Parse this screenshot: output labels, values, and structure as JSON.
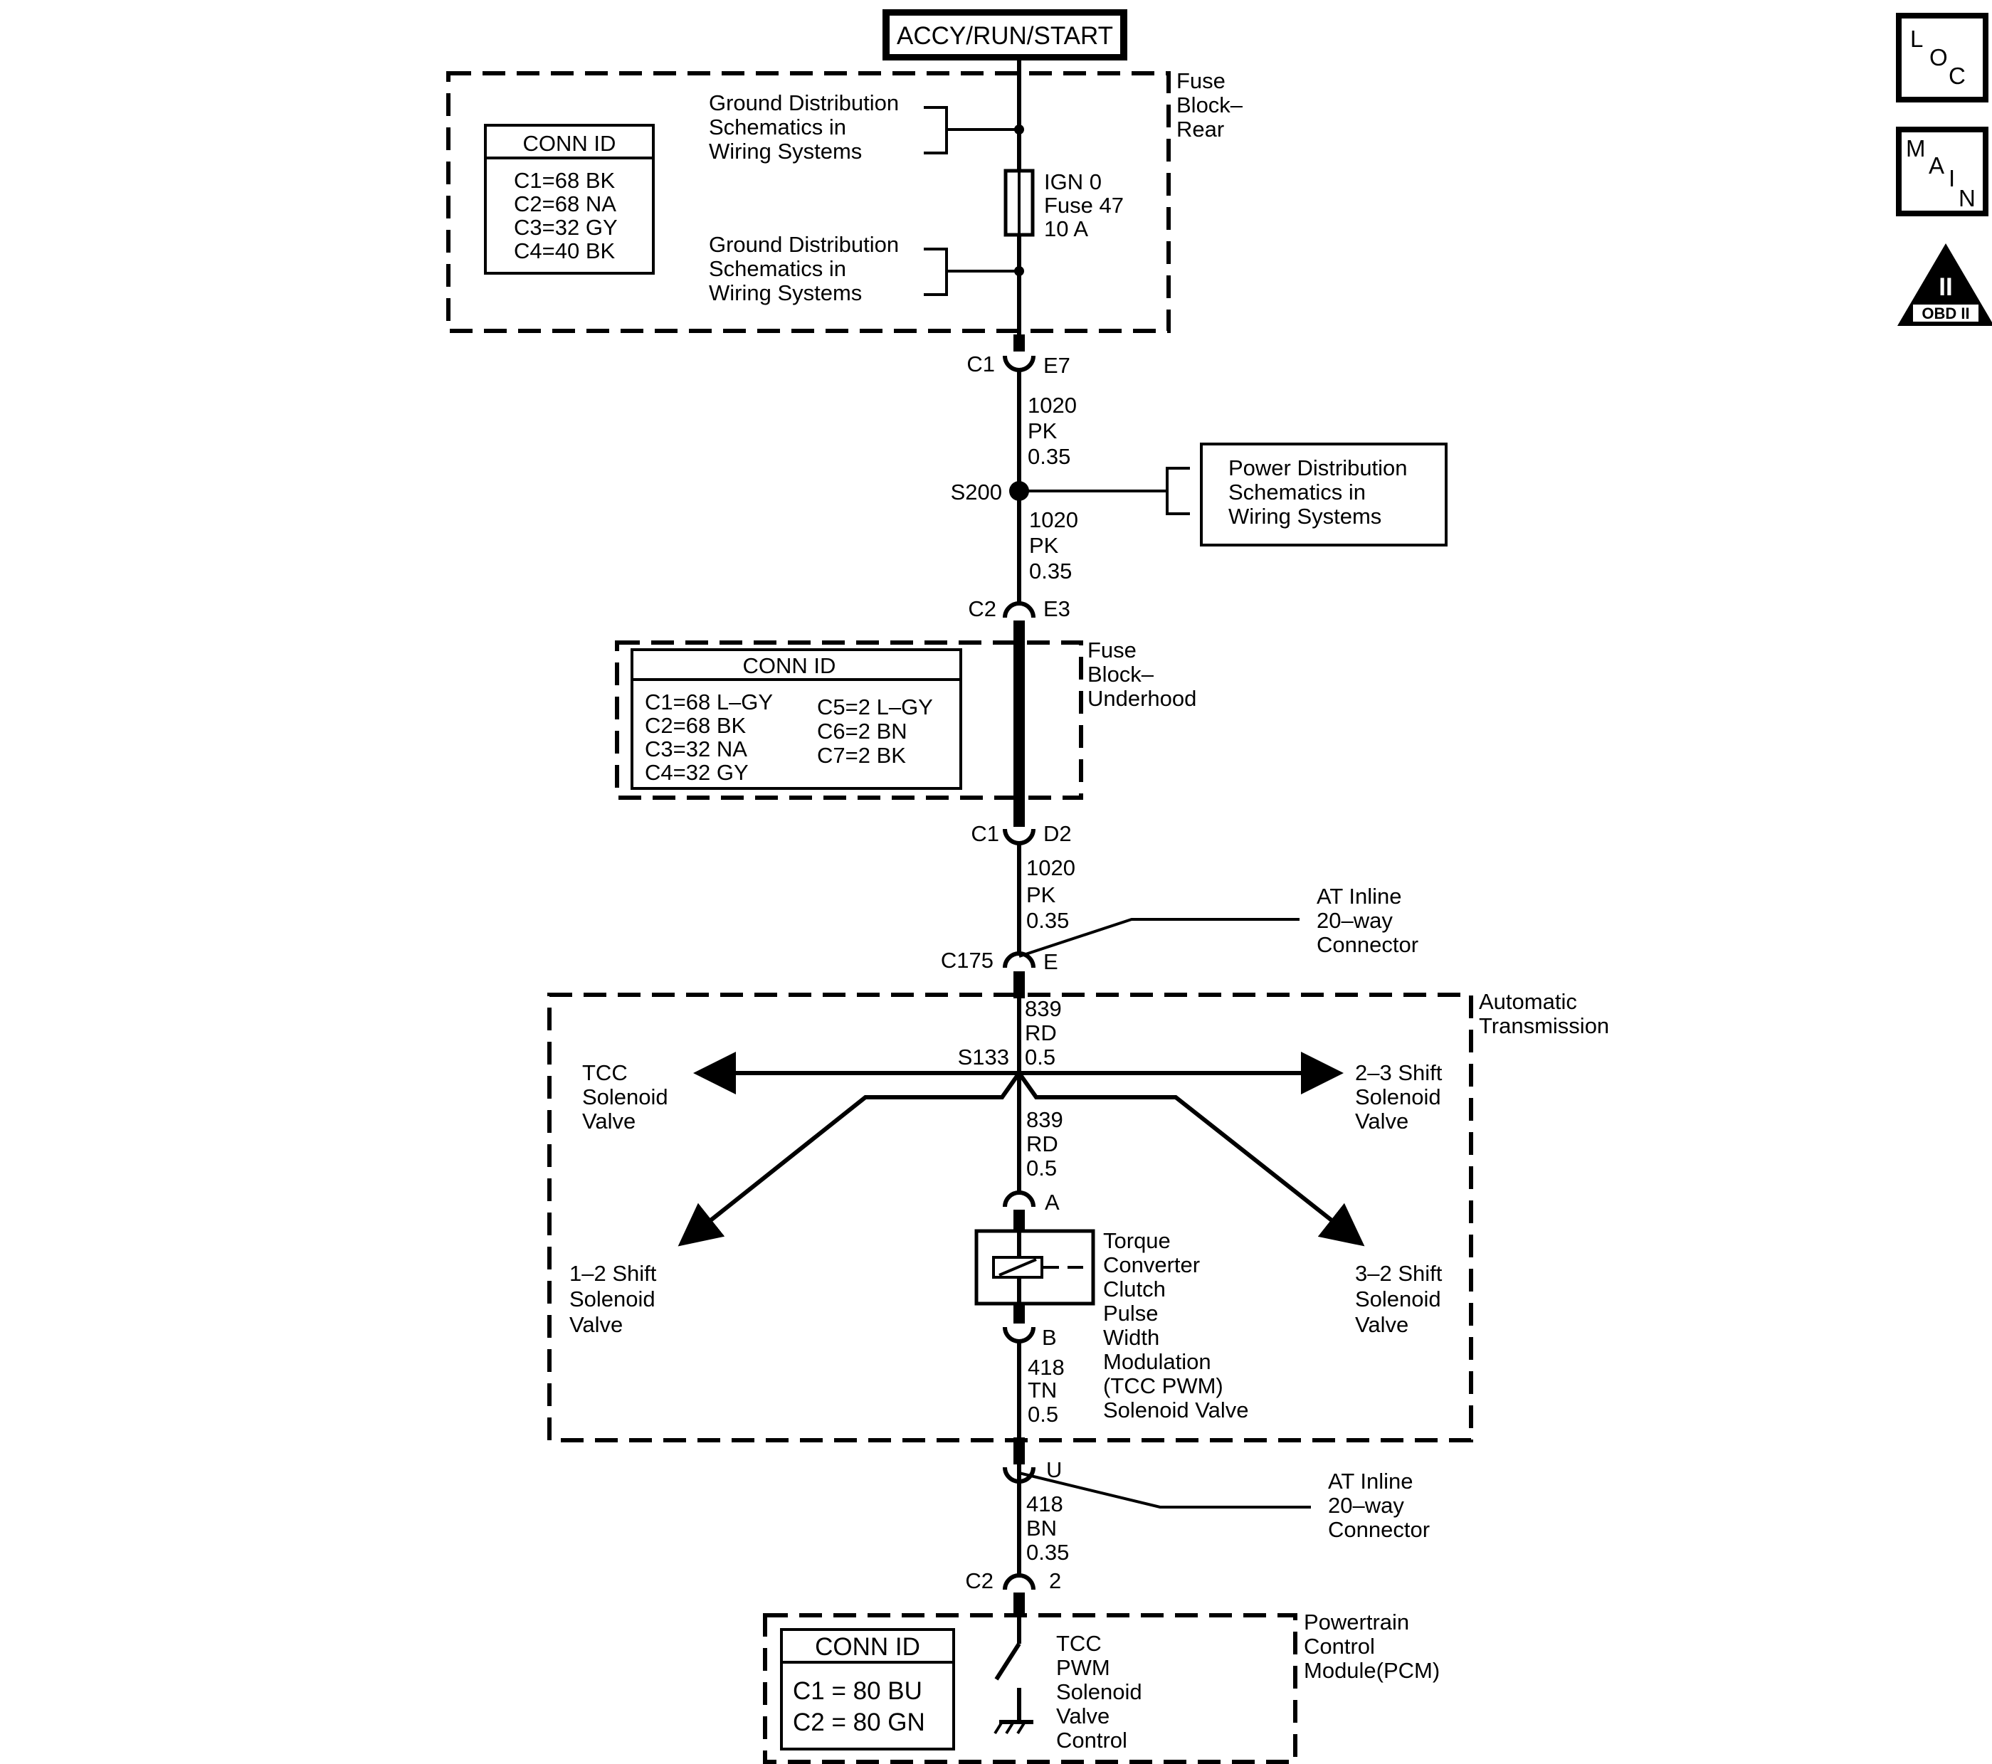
{
  "power_source": "ACCY/RUN/START",
  "nav_icons": {
    "loc": [
      "L",
      "O",
      "C"
    ],
    "main": [
      "M",
      "A",
      "I",
      "N"
    ],
    "obd": {
      "numeral": "II",
      "label": "OBD II"
    }
  },
  "fuse_block_rear": {
    "title": [
      "Fuse",
      "Block–",
      "Rear"
    ],
    "conn_id": {
      "header": "CONN ID",
      "rows": [
        "C1=68 BK",
        "C2=68 NA",
        "C3=32 GY",
        "C4=40 BK"
      ]
    },
    "ground_ref_1": [
      "Ground Distribution",
      "Schematics in",
      "Wiring Systems"
    ],
    "ground_ref_2": [
      "Ground Distribution",
      "Schematics in",
      "Wiring Systems"
    ],
    "fuse": [
      "IGN 0",
      "Fuse 47",
      "10 A"
    ]
  },
  "connectors": {
    "c1_e7": {
      "left": "C1",
      "right": "E7"
    },
    "c2_e3": {
      "left": "C2",
      "right": "E3"
    },
    "c1_d2": {
      "left": "C1",
      "right": "D2"
    },
    "c175_e": {
      "left": "C175",
      "right": "E"
    },
    "pin_a": "A",
    "pin_b": "B",
    "pin_u": "U",
    "c2_2": {
      "left": "C2",
      "right": "2"
    }
  },
  "wires": {
    "w1": [
      "1020",
      "PK",
      "0.35"
    ],
    "w2": [
      "1020",
      "PK",
      "0.35"
    ],
    "w3": [
      "1020",
      "PK",
      "0.35"
    ],
    "w4": [
      "839",
      "RD",
      "0.5"
    ],
    "w5": [
      "839",
      "RD",
      "0.5"
    ],
    "w6": [
      "418",
      "TN",
      "0.5"
    ],
    "w7": [
      "418",
      "BN",
      "0.35"
    ]
  },
  "splices": {
    "s200": "S200",
    "s133": "S133"
  },
  "power_distribution_ref": [
    "Power Distribution",
    "Schematics in",
    "Wiring Systems"
  ],
  "fuse_block_underhood": {
    "title": [
      "Fuse",
      "Block–",
      "Underhood"
    ],
    "conn_id": {
      "header": "CONN ID",
      "left": [
        "C1=68 L–GY",
        "C2=68 BK",
        "C3=32 NA",
        "C4=32 GY"
      ],
      "right": [
        "C5=2 L–GY",
        "C6=2 BN",
        "C7=2 BK"
      ]
    }
  },
  "at_inline_connector_1": [
    "AT Inline",
    "20–way",
    "Connector"
  ],
  "at_inline_connector_2": [
    "AT Inline",
    "20–way",
    "Connector"
  ],
  "automatic_transmission": {
    "title": [
      "Automatic",
      "Transmission"
    ],
    "tcc_solenoid": [
      "TCC",
      "Solenoid",
      "Valve"
    ],
    "shift_23": [
      "2–3 Shift",
      "Solenoid",
      "Valve"
    ],
    "shift_12": [
      "1–2 Shift",
      "Solenoid",
      "Valve"
    ],
    "shift_32": [
      "3–2 Shift",
      "Solenoid",
      "Valve"
    ],
    "tcc_pwm_valve": [
      "Torque",
      "Converter",
      "Clutch",
      "Pulse",
      "Width",
      "Modulation",
      "(TCC PWM)",
      "Solenoid  Valve"
    ]
  },
  "pcm": {
    "title": [
      "Powertrain",
      "Control",
      "Module(PCM)"
    ],
    "conn_id": {
      "header": "CONN ID",
      "rows": [
        "C1  =  80 BU",
        "C2  =  80 GN"
      ]
    },
    "control": [
      "TCC",
      "PWM",
      "Solenoid",
      "Valve",
      "Control"
    ]
  }
}
